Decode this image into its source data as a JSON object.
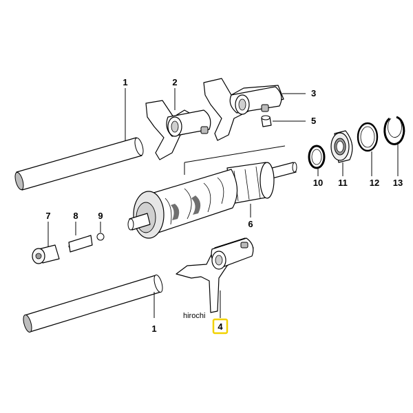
{
  "labels": {
    "shaft_top": "1",
    "fork_2": "2",
    "fork_3": "3",
    "fork_4": "4",
    "pin_5": "5",
    "drum_6": "6",
    "screw_7": "7",
    "spring_8": "8",
    "ball_9": "9",
    "ring_10": "10",
    "bearing_11": "11",
    "washer_12": "12",
    "circlip_13": "13",
    "shaft_bottom": "1"
  },
  "watermark": "hirochi",
  "colors": {
    "highlight": "#f2d200",
    "line": "#000000"
  }
}
